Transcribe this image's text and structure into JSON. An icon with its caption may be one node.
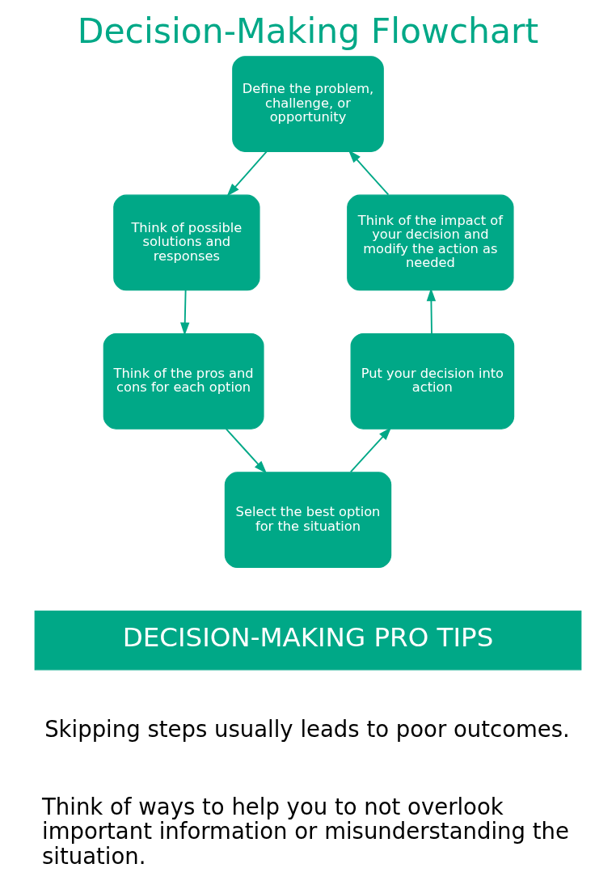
{
  "diagram": {
    "title": "Decision-Making Flowchart",
    "nodes": [
      {
        "text": [
          "Define the problem, challenge, or opportunity"
        ]
      },
      {
        "text": [
          "Think of possible solutions and responses"
        ]
      },
      {
        "text": [
          "Think of the pros and cons for each option"
        ]
      },
      {
        "text": [
          "Select the best option for the situation"
        ]
      },
      {
        "text": [
          "Put your decision into action"
        ]
      },
      {
        "text": [
          "Think of the impact of your decision and modify the action as needed"
        ]
      },
      {
        "text": [
          "DECISION-MAKING PRO TIPS"
        ]
      }
    ],
    "edges": [
      {
        "from": 0,
        "to": 1,
        "arrow": "to"
      },
      {
        "from": 1,
        "to": 2,
        "arrow": "to"
      },
      {
        "from": 2,
        "to": 3,
        "arrow": "to"
      },
      {
        "from": 3,
        "to": 4,
        "arrow": "to"
      },
      {
        "from": 4,
        "to": 5,
        "arrow": "to"
      },
      {
        "from": 5,
        "to": 0,
        "arrow": "to"
      }
    ],
    "labels": [
      "Skipping steps usually leads to poor outcomes.",
      "Think of ways to help you to not overlook important information or misunderstanding the situation."
    ]
  }
}
